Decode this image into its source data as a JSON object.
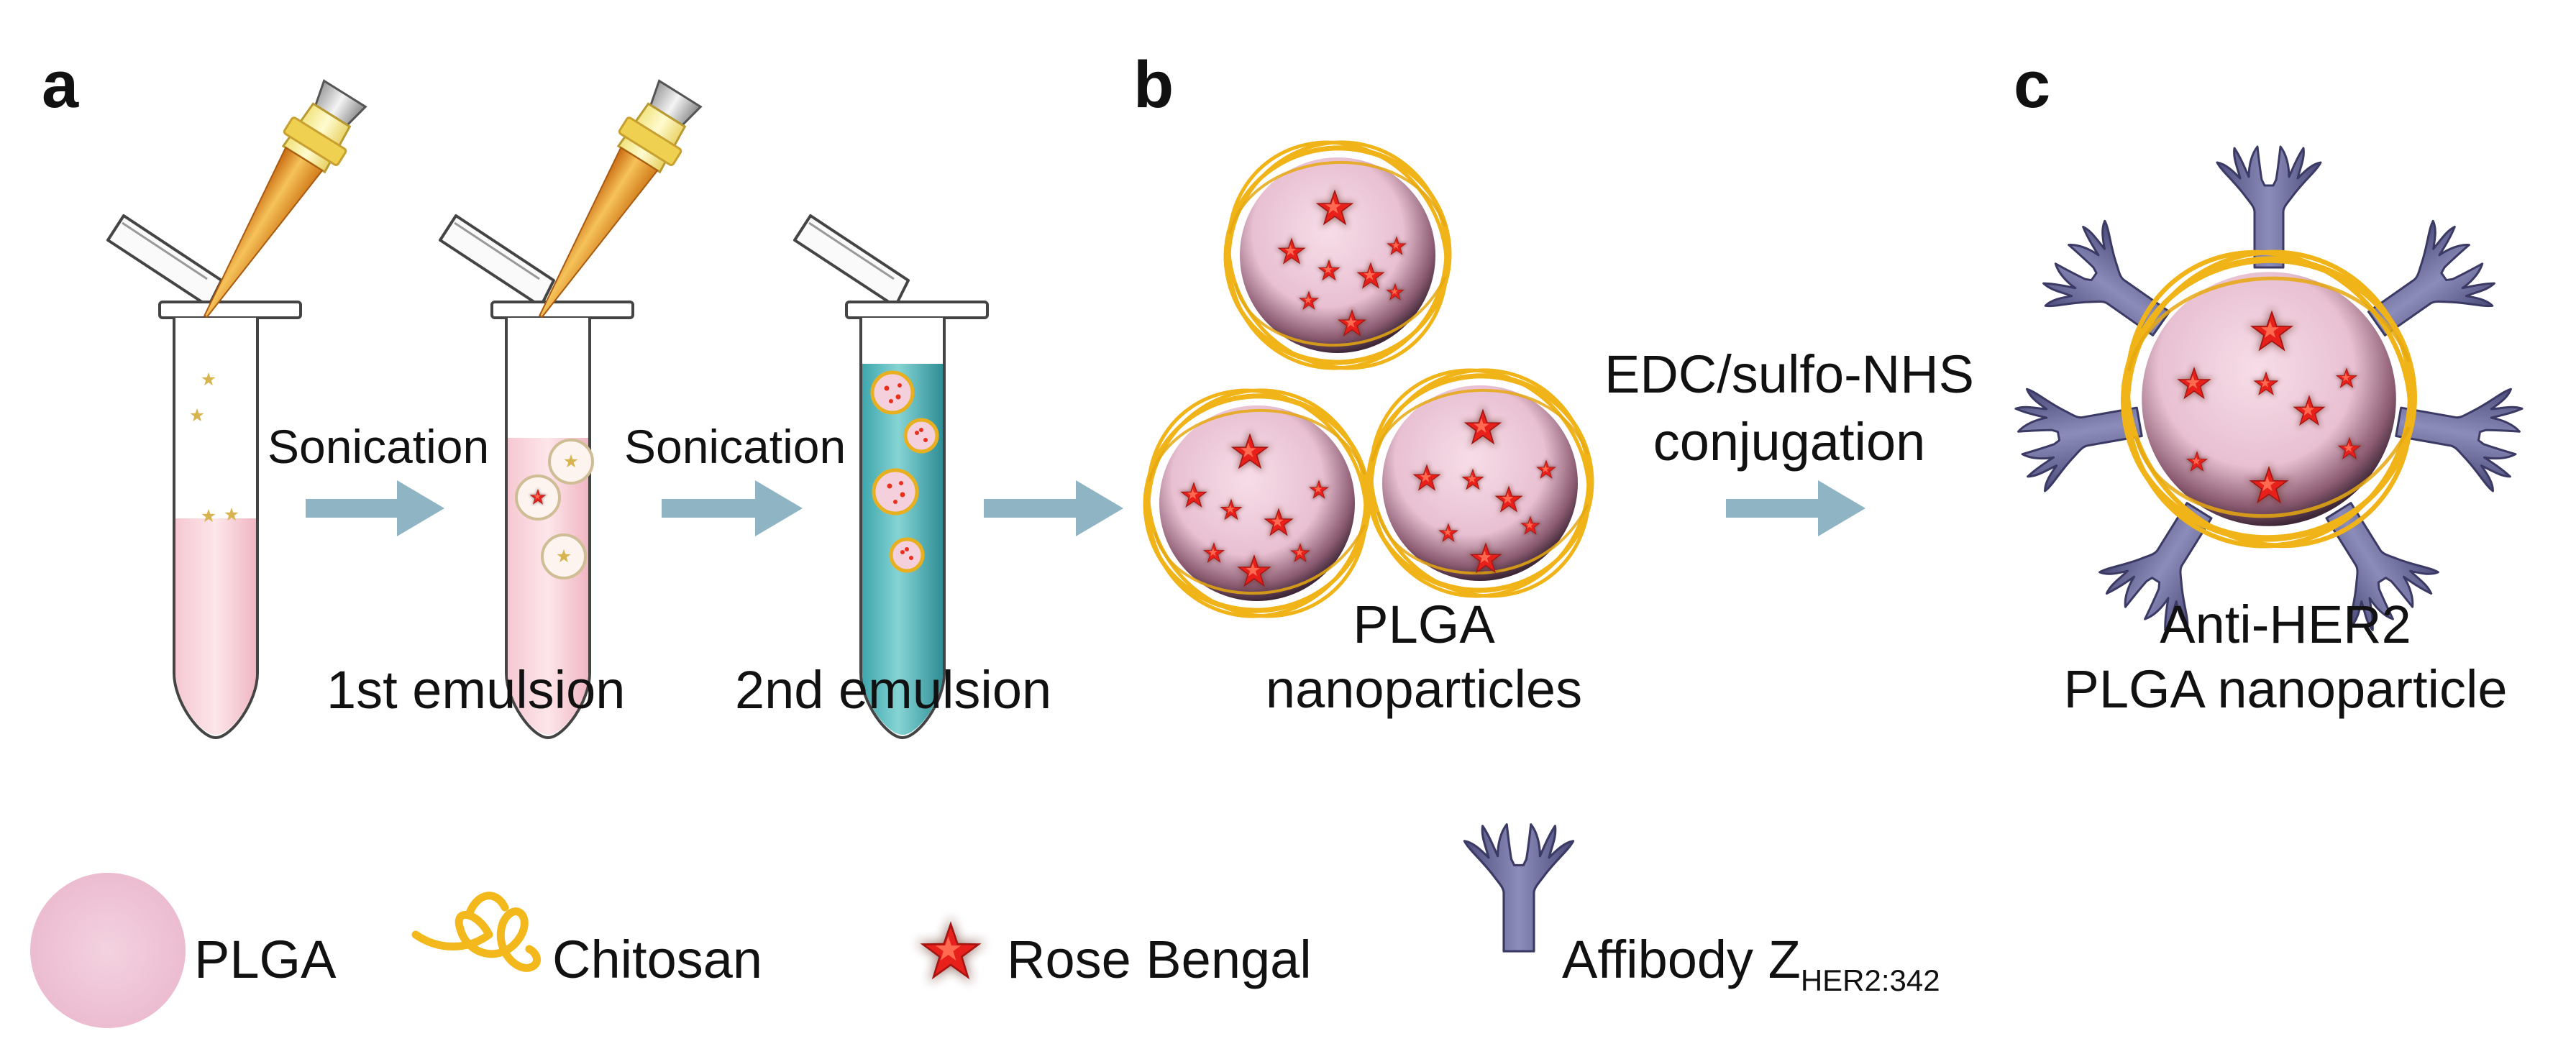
{
  "panels": {
    "a": "a",
    "b": "b",
    "c": "c"
  },
  "steps": {
    "sonication_1": "Sonication",
    "sonication_2": "Sonication",
    "emulsion_1": "1st emulsion",
    "emulsion_2": "2nd emulsion",
    "nanoparticles_line1": "PLGA",
    "nanoparticles_line2": "nanoparticles",
    "conjugation_line1": "EDC/sulfo-NHS",
    "conjugation_line2": "conjugation",
    "final_line1": "Anti-HER2",
    "final_line2": "PLGA nanoparticle"
  },
  "legend": {
    "plga": "PLGA",
    "chitosan": "Chitosan",
    "rose_bengal": "Rose Bengal",
    "affibody": "Affibody Z",
    "affibody_subscript": "HER2:342"
  },
  "colors": {
    "plga": "#f0c8d8",
    "chitosan": "#f2b81c",
    "rose_bengal": "#e8201c",
    "affibody": "#6e6e9c",
    "arrow": "#8fb4c4",
    "emulsion_water": "#5fc0c0"
  }
}
